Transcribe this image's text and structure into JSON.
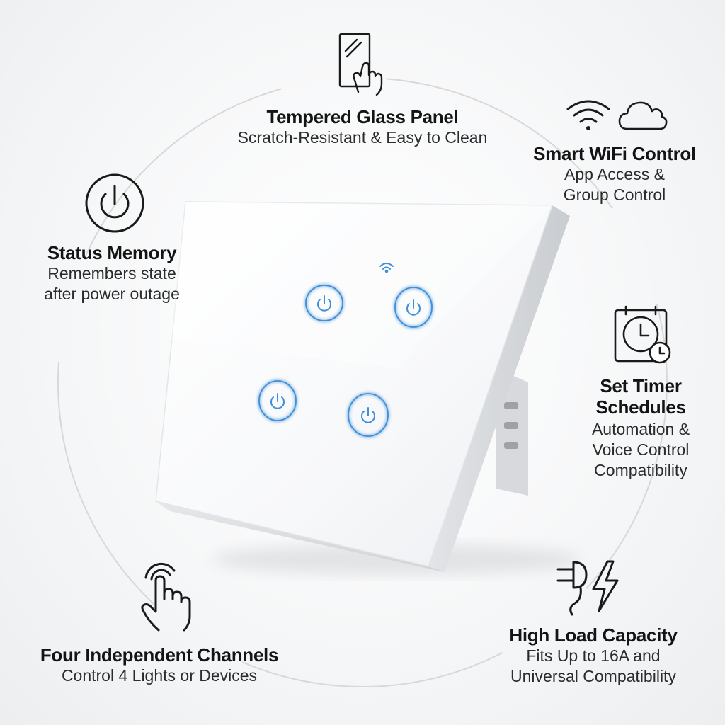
{
  "features": {
    "glass": {
      "title": "Tempered Glass Panel",
      "desc": "Scratch-Resistant & Easy to Clean"
    },
    "wifi": {
      "title": "Smart WiFi Control",
      "desc_line1": "App Access &",
      "desc_line2": "Group Control"
    },
    "memory": {
      "title": "Status Memory",
      "desc_line1": "Remembers state",
      "desc_line2": "after power outage"
    },
    "timer": {
      "title_line1": "Set Timer",
      "title_line2": "Schedules",
      "desc_line1": "Automation &",
      "desc_line2": "Voice Control",
      "desc_line3": "Compatibility"
    },
    "channels": {
      "title": "Four Independent Channels",
      "desc": "Control 4 Lights or Devices"
    },
    "load": {
      "title": "High Load Capacity",
      "desc_line1": "Fits Up to 16A and",
      "desc_line2": "Universal Compatibility"
    }
  },
  "icons": {
    "glass": "touch-glass-icon",
    "wifi": "wifi-icon",
    "cloud": "cloud-icon",
    "memory": "power-icon",
    "timer": "calendar-clock-icon",
    "channels": "tap-hand-icon",
    "plug": "plug-icon",
    "bolt": "lightning-icon"
  },
  "colors": {
    "accent_blue": "#3f8fd8",
    "text_dark": "#141414"
  }
}
